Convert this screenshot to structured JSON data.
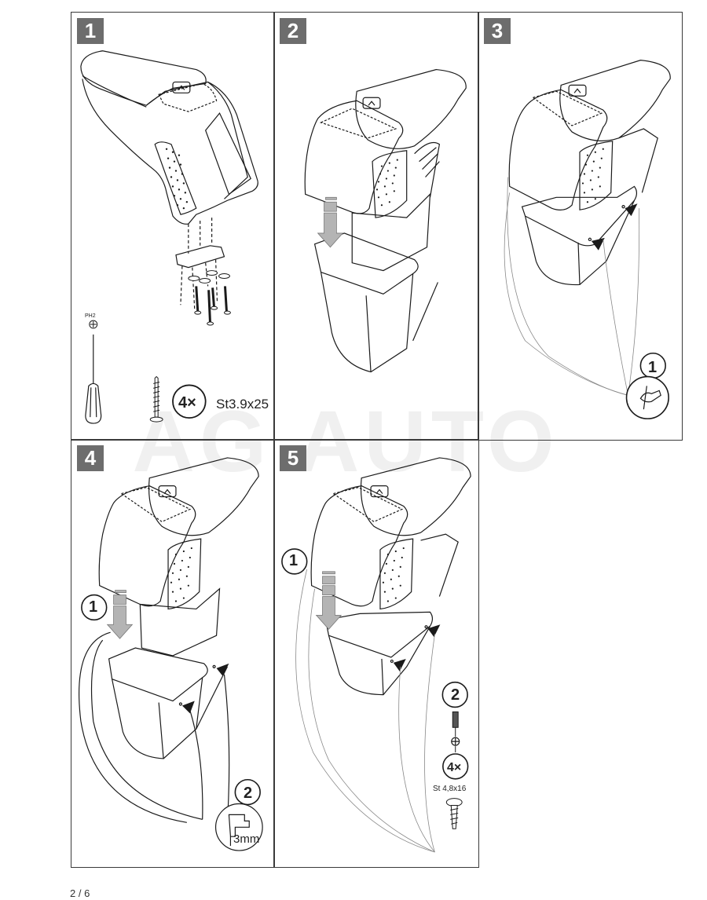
{
  "document": {
    "watermark_text": "AG AUTO",
    "page_indicator": "2 / 6"
  },
  "steps": [
    {
      "number": "1",
      "tool_label": "PH2",
      "screw_count": "4×",
      "screw_spec": "St3.9x25"
    },
    {
      "number": "2"
    },
    {
      "number": "3",
      "callout_number": "1",
      "callout_icon": "hand-marking-pen-icon"
    },
    {
      "number": "4",
      "callout_1": "1",
      "callout_2": "2",
      "drill_depth": "3mm"
    },
    {
      "number": "5",
      "callout_1": "1",
      "callout_2": "2",
      "screw_count": "4×",
      "screw_spec": "St 4,8x16"
    }
  ],
  "colors": {
    "badge_bg": "#6d6d6d",
    "line": "#1a1a1a",
    "arrow_fill": "#b4b4b4",
    "watermark": "#f0f0f0"
  }
}
